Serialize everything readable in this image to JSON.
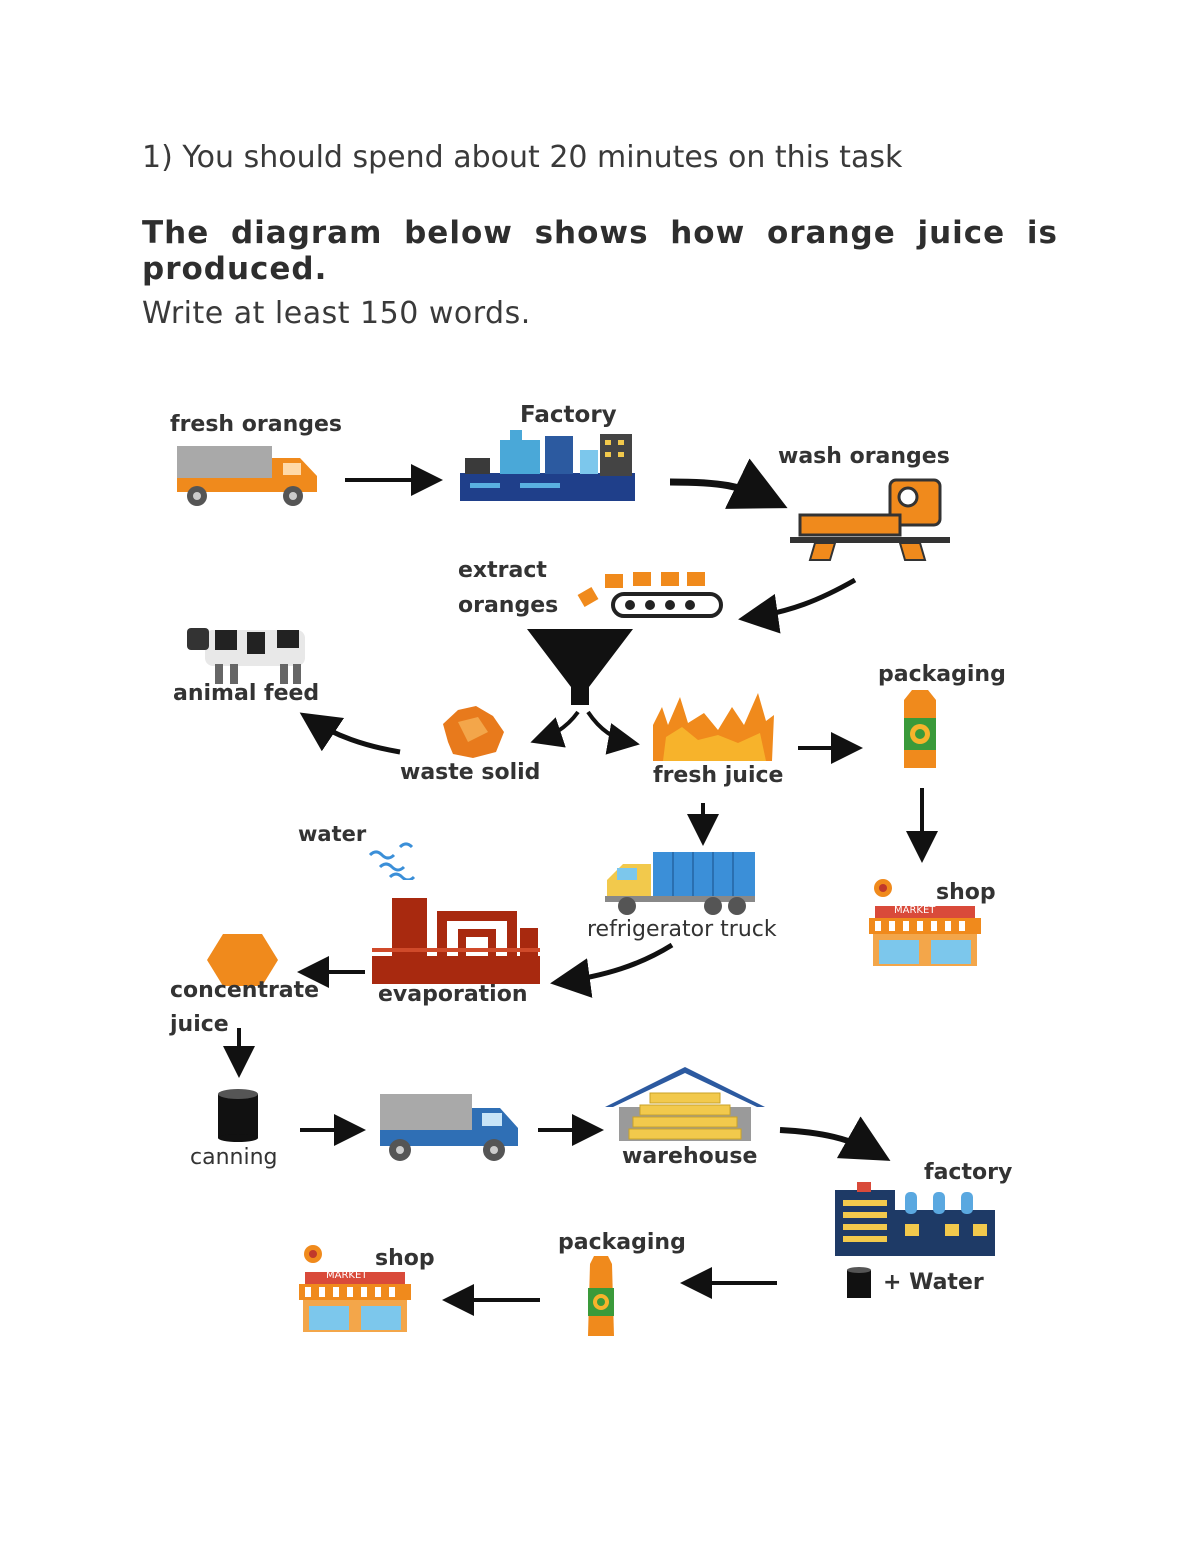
{
  "task": {
    "line": "1) You should spend about 20 minutes on this task",
    "prompt": "The diagram below shows how orange juice is produced.",
    "instruction": "Write at least 150 words."
  },
  "diagram": {
    "labels": {
      "fresh_oranges": "fresh oranges",
      "factory_top": "Factory",
      "wash_oranges": "wash oranges",
      "extract_line1": "extract",
      "extract_line2": "oranges",
      "animal_feed": "animal feed",
      "packaging_top": "packaging",
      "waste_solid": "waste solid",
      "fresh_juice": "fresh juice",
      "water": "water",
      "shop_top": "shop",
      "refrigerator_truck": "refrigerator truck",
      "concentrate_line1": "concentrate",
      "concentrate_line2": "juice",
      "evaporation": "evaporation",
      "canning": "canning",
      "warehouse": "warehouse",
      "factory_bottom": "factory",
      "plus_water": "+ Water",
      "packaging_bottom": "packaging",
      "shop_bottom": "shop",
      "market_sign": "MARKET"
    },
    "colors": {
      "orange": "#f08a1c",
      "truck_grey": "#a9a9a9",
      "truck_blue": "#2f6fb5",
      "factory_blue": "#2c5aa0",
      "evaporation_red": "#a8290f",
      "packaging_green": "#3a9a3a",
      "arrow": "#111111"
    }
  }
}
